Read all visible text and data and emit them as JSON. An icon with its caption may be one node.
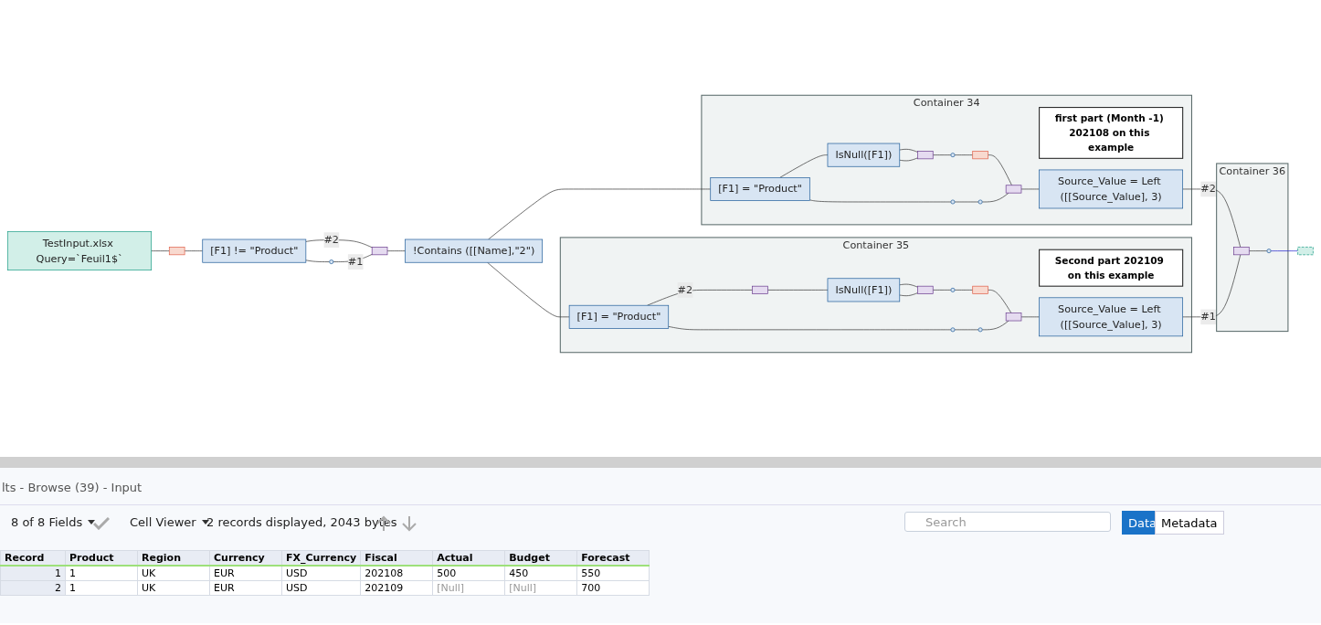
{
  "diagram": {
    "nodes": [
      {
        "text": [
          "TestInput.xlsx Query=`Feuil1$`"
        ]
      },
      {
        "text": [],
        "shape": "box"
      },
      {
        "text": [
          "[F1] != \"Product\""
        ]
      },
      {
        "text": [],
        "shape": "circle"
      },
      {
        "text": [],
        "shape": "box"
      },
      {
        "text": [
          "!Contains ([[Name],\"2\")"
        ]
      },
      {
        "text": [
          "Container 34"
        ]
      },
      {
        "text": [
          "first part (Month -1) 202108 on this example"
        ],
        "in": 6
      },
      {
        "text": [
          "[F1] = \"Product\""
        ],
        "in": 6
      },
      {
        "text": [
          "IsNull([F1])"
        ],
        "in": 6
      },
      {
        "text": [],
        "shape": "box",
        "in": 6
      },
      {
        "text": [],
        "shape": "circle",
        "in": 6
      },
      {
        "text": [],
        "shape": "box",
        "in": 6
      },
      {
        "text": [],
        "shape": "circle",
        "in": 6
      },
      {
        "text": [],
        "shape": "circle",
        "in": 6
      },
      {
        "text": [],
        "shape": "box",
        "in": 6
      },
      {
        "text": [
          "Source_Value = Left ([[Source_Value], 3)"
        ],
        "in": 6
      },
      {
        "text": [
          "Container 35"
        ]
      },
      {
        "text": [
          "Second part 202109 on this example"
        ],
        "in": 17
      },
      {
        "text": [
          "[F1] = \"Product\""
        ],
        "in": 17
      },
      {
        "text": [],
        "shape": "box",
        "in": 17
      },
      {
        "text": [
          "IsNull([F1])"
        ],
        "in": 17
      },
      {
        "text": [],
        "shape": "box",
        "in": 17
      },
      {
        "text": [],
        "shape": "circle",
        "in": 17
      },
      {
        "text": [],
        "shape": "box",
        "in": 17
      },
      {
        "text": [],
        "shape": "circle",
        "in": 17
      },
      {
        "text": [],
        "shape": "circle",
        "in": 17
      },
      {
        "text": [],
        "shape": "box",
        "in": 17
      },
      {
        "text": [
          "Source_Value = Left ([[Source_Value], 3)"
        ],
        "in": 17
      },
      {
        "text": [
          "Container 36"
        ]
      },
      {
        "text": [],
        "shape": "box",
        "in": 29
      },
      {
        "text": [],
        "shape": "circle",
        "in": 29
      },
      {
        "text": [],
        "shape": "box"
      }
    ],
    "edges": [
      {
        "from": 0,
        "to": 1,
        "arrow": "none"
      },
      {
        "from": 1,
        "to": 2,
        "arrow": "none"
      },
      {
        "from": 2,
        "to": 4,
        "arrow": "none",
        "label": "#2"
      },
      {
        "from": 2,
        "to": 3,
        "arrow": "none"
      },
      {
        "from": 3,
        "to": 4,
        "arrow": "none",
        "label": "#1"
      },
      {
        "from": 4,
        "to": 5,
        "arrow": "none"
      },
      {
        "from": 5,
        "to": 8,
        "arrow": "none"
      },
      {
        "from": 5,
        "to": 19,
        "arrow": "none"
      },
      {
        "from": 8,
        "to": 13,
        "arrow": "none"
      },
      {
        "from": 8,
        "to": 9,
        "arrow": "none"
      },
      {
        "from": 9,
        "to": 10,
        "arrow": "none"
      },
      {
        "from": 9,
        "to": 10,
        "arrow": "none"
      },
      {
        "from": 10,
        "to": 11,
        "arrow": "none"
      },
      {
        "from": 11,
        "to": 12,
        "arrow": "none"
      },
      {
        "from": 12,
        "to": 15,
        "arrow": "none"
      },
      {
        "from": 13,
        "to": 14,
        "arrow": "none"
      },
      {
        "from": 14,
        "to": 15,
        "arrow": "none"
      },
      {
        "from": 15,
        "to": 16,
        "arrow": "none"
      },
      {
        "from": 16,
        "to": 30,
        "arrow": "none",
        "label": "#2"
      },
      {
        "from": 19,
        "to": 25,
        "arrow": "none"
      },
      {
        "from": 19,
        "to": 20,
        "arrow": "none",
        "label": "#2"
      },
      {
        "from": 20,
        "to": 21,
        "arrow": "none"
      },
      {
        "from": 21,
        "to": 22,
        "arrow": "none"
      },
      {
        "from": 21,
        "to": 22,
        "arrow": "none"
      },
      {
        "from": 22,
        "to": 23,
        "arrow": "none"
      },
      {
        "from": 23,
        "to": 24,
        "arrow": "none"
      },
      {
        "from": 24,
        "to": 27,
        "arrow": "none"
      },
      {
        "from": 25,
        "to": 26,
        "arrow": "none"
      },
      {
        "from": 26,
        "to": 27,
        "arrow": "none"
      },
      {
        "from": 27,
        "to": 28,
        "arrow": "none"
      },
      {
        "from": 28,
        "to": 30,
        "arrow": "none",
        "label": "#1"
      },
      {
        "from": 30,
        "to": 31,
        "arrow": "none"
      },
      {
        "from": 31,
        "to": 32,
        "arrow": "none",
        "color": "#1a1acc"
      }
    ],
    "labels": [
      "lts - Browse (39) - Input",
      "8 of 8 Fields",
      "Cell Viewer",
      "2 records displayed, 2043 bytes",
      "Search",
      "Data",
      "Metadata",
      "Record",
      "Product",
      "Region",
      "Currency",
      "FX_Currency",
      "Fiscal",
      "Actual",
      "Budget",
      "Forecast",
      "1",
      "1",
      "UK",
      "EUR",
      "USD",
      "202108",
      "500",
      "450",
      "550",
      "2",
      "1",
      "UK",
      "EUR",
      "USD",
      "202109",
      "[Null]",
      "[Null]",
      "700"
    ]
  }
}
